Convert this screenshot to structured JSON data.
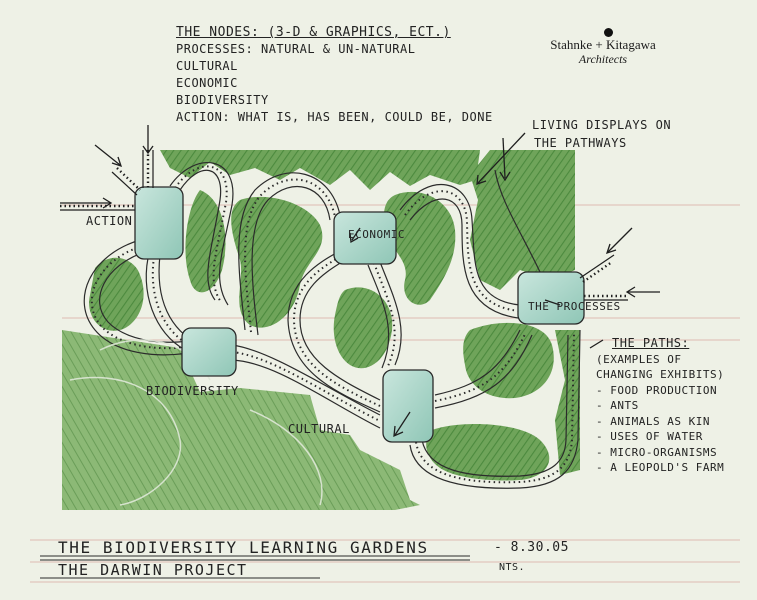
{
  "header_notes": {
    "heading": "The Nodes: (3-D & Graphics, ect.)",
    "lines": [
      "Processes: Natural & Un-Natural",
      "Cultural",
      "Economic",
      "Biodiversity",
      "Action: What is, has been, could be, done"
    ]
  },
  "firm": {
    "name": "Stahnke + Kitagawa",
    "subtitle": "Architects"
  },
  "nodes": {
    "action": "Action",
    "economic": "Economic",
    "processes": "The Processes",
    "biodiversity": "Biodiversity",
    "cultural": "Cultural"
  },
  "annotation": {
    "living_displays": [
      "Living Displays on",
      "the Pathways"
    ]
  },
  "paths_legend": {
    "heading": "The Paths:",
    "lines": [
      "(Examples of",
      "changing exhibits)",
      "- Food Production",
      "- Ants",
      "- Animals as kin",
      "- Uses of Water",
      "- Micro-organisms",
      "- A Leopold's Farm"
    ]
  },
  "title_block": {
    "title": "The Biodiversity Learning Gardens",
    "subtitle": "The Darwin Project",
    "date": "- 8.30.05",
    "scale": "NTS."
  },
  "colors": {
    "paper": "#eef1e6",
    "foliage": "#6fa45a",
    "foliage_dark": "#4c8a3e",
    "node_fill": "#a9d4c8",
    "ink": "#232323"
  }
}
